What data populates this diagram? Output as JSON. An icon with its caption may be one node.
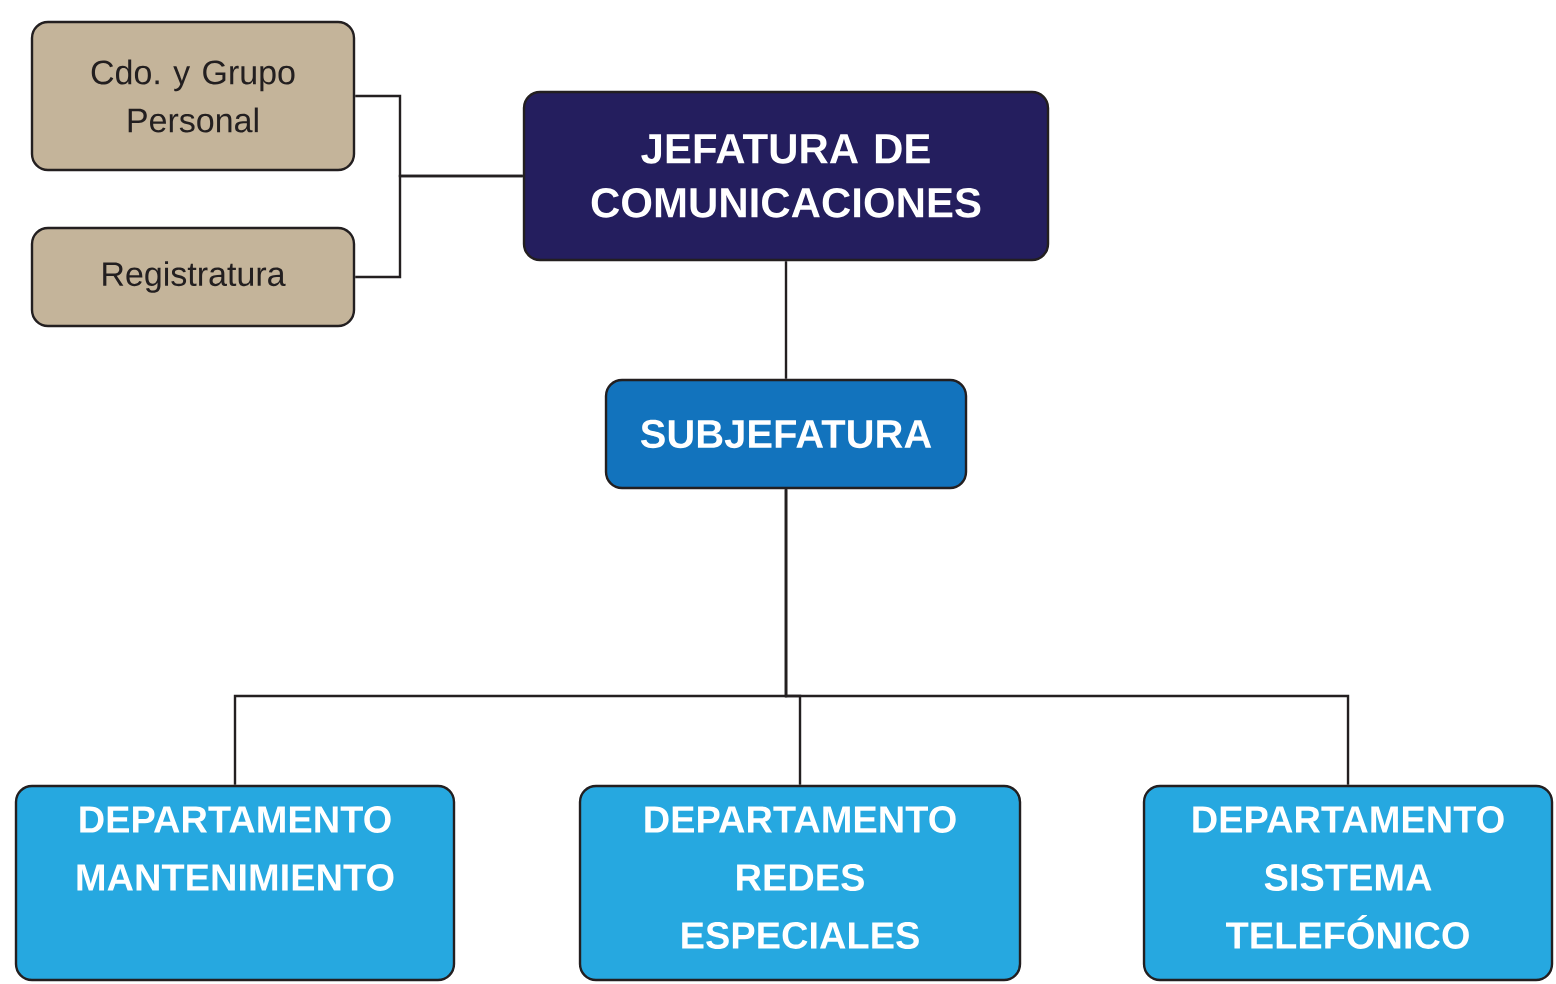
{
  "diagram": {
    "nodes": [
      {
        "text": [
          "JEFATURA DE COMUNICACIONES"
        ]
      },
      {
        "text": [
          "Cdo. y Grupo Personal"
        ]
      },
      {
        "text": [
          "Registratura"
        ]
      },
      {
        "text": [
          "SUBJEFATURA"
        ]
      },
      {
        "text": [
          "DEPARTAMENTO MANTENIMIENTO"
        ]
      },
      {
        "text": [
          "DEPARTAMENTO REDES ESPECIALES"
        ]
      },
      {
        "text": [
          "DEPARTAMENTO SISTEMA TELEFÓNICO"
        ]
      }
    ],
    "edges": [
      {
        "from": 1,
        "to": 0,
        "arrow": "none"
      },
      {
        "from": 2,
        "to": 0,
        "arrow": "none"
      },
      {
        "from": 0,
        "to": 3,
        "arrow": "none"
      },
      {
        "from": 3,
        "to": 4,
        "arrow": "none"
      },
      {
        "from": 3,
        "to": 5,
        "arrow": "none"
      },
      {
        "from": 3,
        "to": 6,
        "arrow": "none"
      }
    ]
  }
}
